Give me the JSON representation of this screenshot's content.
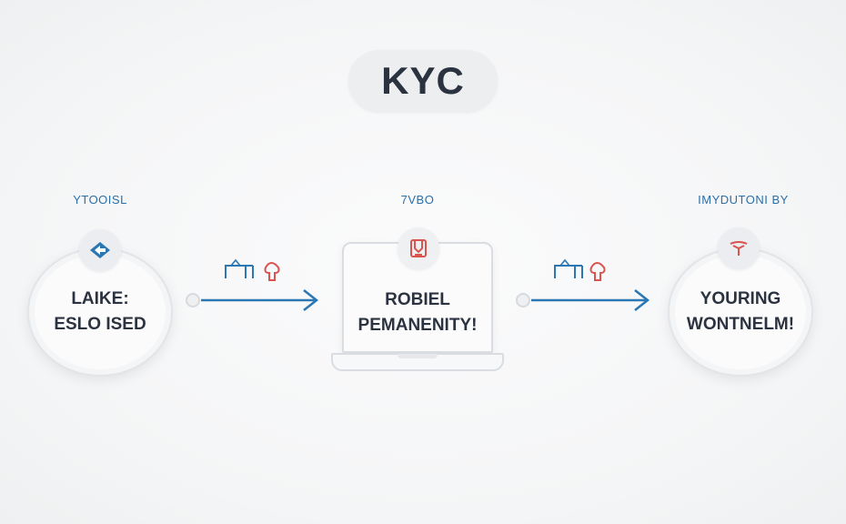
{
  "title": "KYC",
  "colors": {
    "accent_blue": "#2a77b4",
    "icon_red": "#d9534f",
    "text_dark": "#2c3340"
  },
  "nodes": [
    {
      "caption": "YTOOISL",
      "icon": "diamond-arrows-icon",
      "line1": "LAIKE:",
      "line2": "ESLO ISED"
    },
    {
      "caption": "7VBO",
      "icon": "clipboard-icon",
      "line1": "ROBIEL",
      "line2": "PEMANENITY!"
    },
    {
      "caption": "IMYDUTONI BY",
      "icon": "anchor-icon",
      "line1": "YOURING",
      "line2": "WONTNELM!"
    }
  ],
  "connectors": [
    {
      "icons": [
        "bracket-icon",
        "shield-icon"
      ]
    },
    {
      "icons": [
        "bracket-icon",
        "shield-icon"
      ]
    }
  ]
}
